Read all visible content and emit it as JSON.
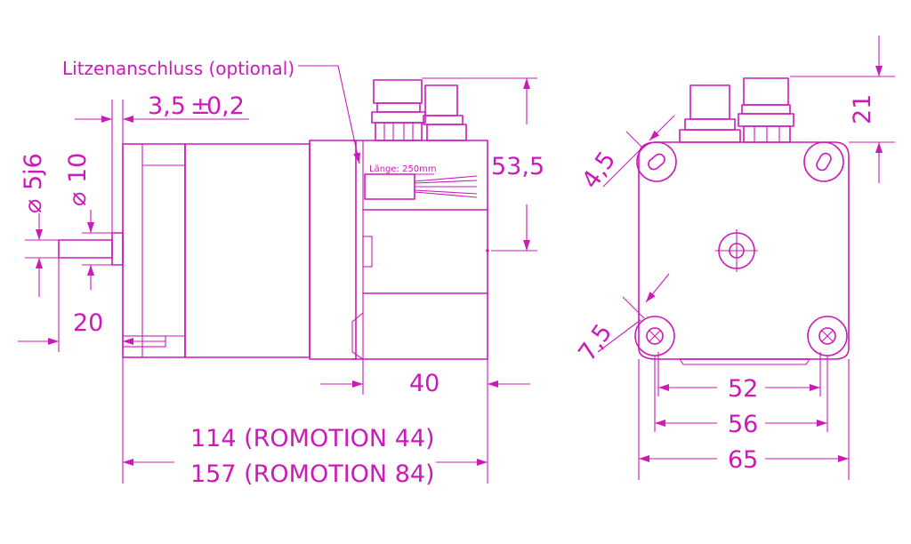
{
  "style": {
    "line_color": "#cc1ab8"
  },
  "labels": {
    "litzen": "Litzenanschluss (optional)",
    "laenge": "Länge: 250mm",
    "d_shaft_5j6": "5j6",
    "d_shaft_10": "10",
    "diameter_symbol": "⌀",
    "dim_3_5": "3,5",
    "dim_tol": "0,2",
    "tol_symbol": "±",
    "dim_53_5": "53,5",
    "dim_20": "20",
    "dim_40": "40",
    "dim_114": "114 (ROMOTION 44)",
    "dim_157": "157 (ROMOTION 84)",
    "dim_21": "21",
    "dim_4_5": "4,5",
    "dim_7_5": "7,5",
    "dim_52": "52",
    "dim_56": "56",
    "dim_65": "65"
  }
}
